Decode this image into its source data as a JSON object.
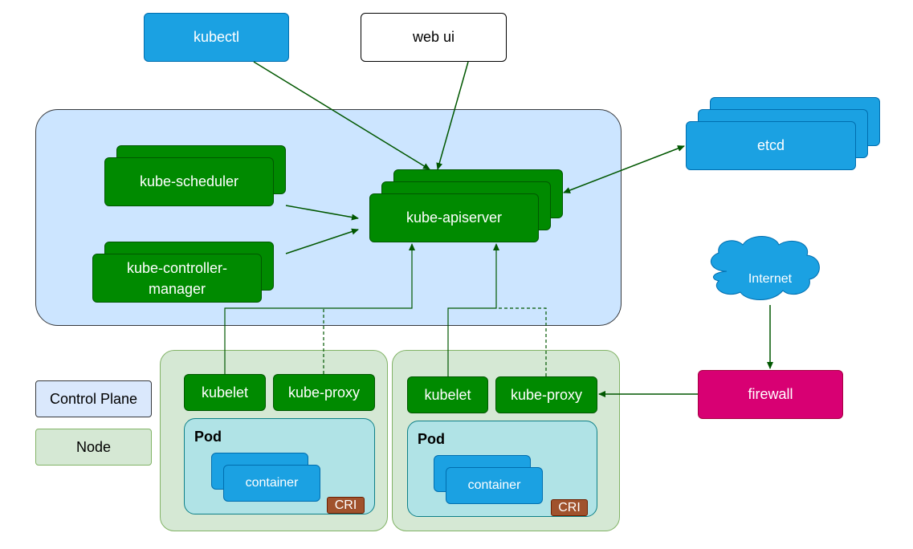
{
  "colors": {
    "control_plane_fill": "#dae8fc",
    "control_plane_inner": "#cce5ff",
    "node_fill": "#d5e8d4",
    "node_border": "#82b366",
    "pod_fill": "#b0e3e6",
    "pod_border": "#0e8088",
    "green": "#008a00",
    "blue": "#1ba1e2",
    "magenta": "#d80073",
    "cri": "#a0522d",
    "edge": "#005700"
  },
  "clients": {
    "kubectl": "kubectl",
    "web_ui": "web ui"
  },
  "control_plane": {
    "scheduler": "kube-scheduler",
    "controller_manager": "kube-controller-\nmanager",
    "apiserver": "kube-apiserver"
  },
  "etcd": "etcd",
  "internet": "Internet",
  "firewall": "firewall",
  "nodes": [
    {
      "kubelet": "kubelet",
      "proxy": "kube-proxy",
      "pod": "Pod",
      "container": "container",
      "cri": "CRI"
    },
    {
      "kubelet": "kubelet",
      "proxy": "kube-proxy",
      "pod": "Pod",
      "container": "container",
      "cri": "CRI"
    }
  ],
  "legend": {
    "control_plane": "Control Plane",
    "node": "Node"
  }
}
